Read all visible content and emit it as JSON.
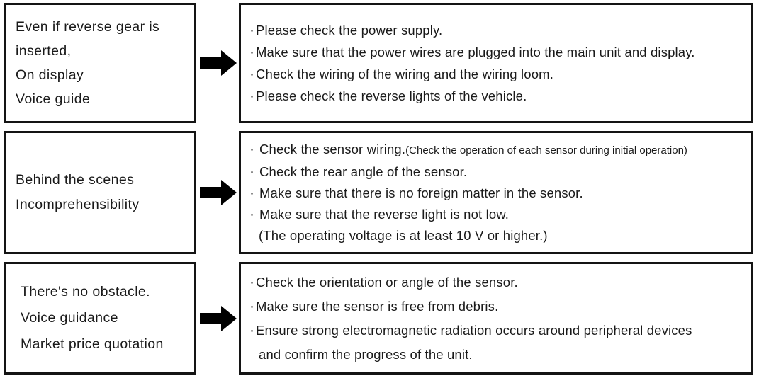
{
  "document": {
    "title": "Rear sensor troubleshooting table",
    "arrow_icon": "right-arrow-icon",
    "bullet_glyph": "·",
    "colors": {
      "border": "#141414",
      "text": "#1a1a1a",
      "background": "#ffffff",
      "arrow": "#000000"
    }
  },
  "rows": [
    {
      "symptom": {
        "lines": [
          "Even if reverse gear is",
          "inserted,",
          "On display",
          "Voice guide"
        ]
      },
      "remedy": {
        "items": [
          {
            "text": "Please check the power supply."
          },
          {
            "text": "Make sure that the power wires are plugged into the main unit and display."
          },
          {
            "text": "Check the wiring of the wiring and the wiring loom."
          },
          {
            "text": "Please check the reverse lights of the vehicle."
          }
        ]
      }
    },
    {
      "symptom": {
        "lines": [
          "Behind the scenes",
          "Incomprehensibility"
        ]
      },
      "remedy": {
        "items": [
          {
            "text": "Check the sensor wiring.",
            "note": "(Check the operation of each sensor during initial operation)"
          },
          {
            "text": "Check the rear angle of the sensor."
          },
          {
            "text": "Make sure that there is no foreign matter in the sensor."
          },
          {
            "text": "Make sure that the reverse light is not low.",
            "continuation": "(The operating voltage is at least 10 V or higher.)"
          }
        ]
      }
    },
    {
      "symptom": {
        "lines": [
          "There's no obstacle.",
          "Voice guidance",
          "Market price quotation"
        ]
      },
      "remedy": {
        "items": [
          {
            "text": "Check the orientation or angle of the sensor."
          },
          {
            "text": "Make sure the sensor is free from debris."
          },
          {
            "text": "Ensure strong electromagnetic radiation occurs around peripheral devices",
            "continuation": "and confirm the progress of the unit."
          }
        ]
      }
    }
  ]
}
